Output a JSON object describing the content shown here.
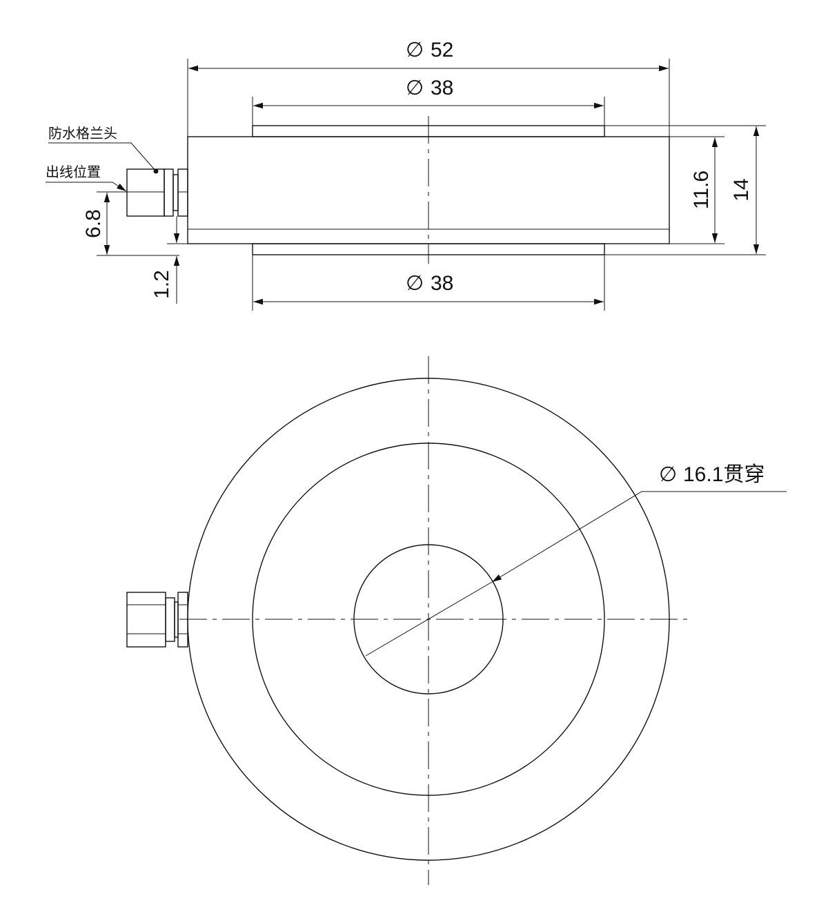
{
  "side_view": {
    "dim_outer_diameter": "52",
    "dim_top_diameter": "38",
    "dim_bottom_diameter": "38",
    "dim_body_height": "11.6",
    "dim_total_height": "14",
    "dim_cable_height": "6.8",
    "dim_flange": "1.2",
    "label_gland": "防水格兰头",
    "label_cable_exit": "出线位置",
    "diameter_symbol": "∅"
  },
  "top_view": {
    "hole_label": "16.1贯穿",
    "diameter_symbol": "∅"
  }
}
